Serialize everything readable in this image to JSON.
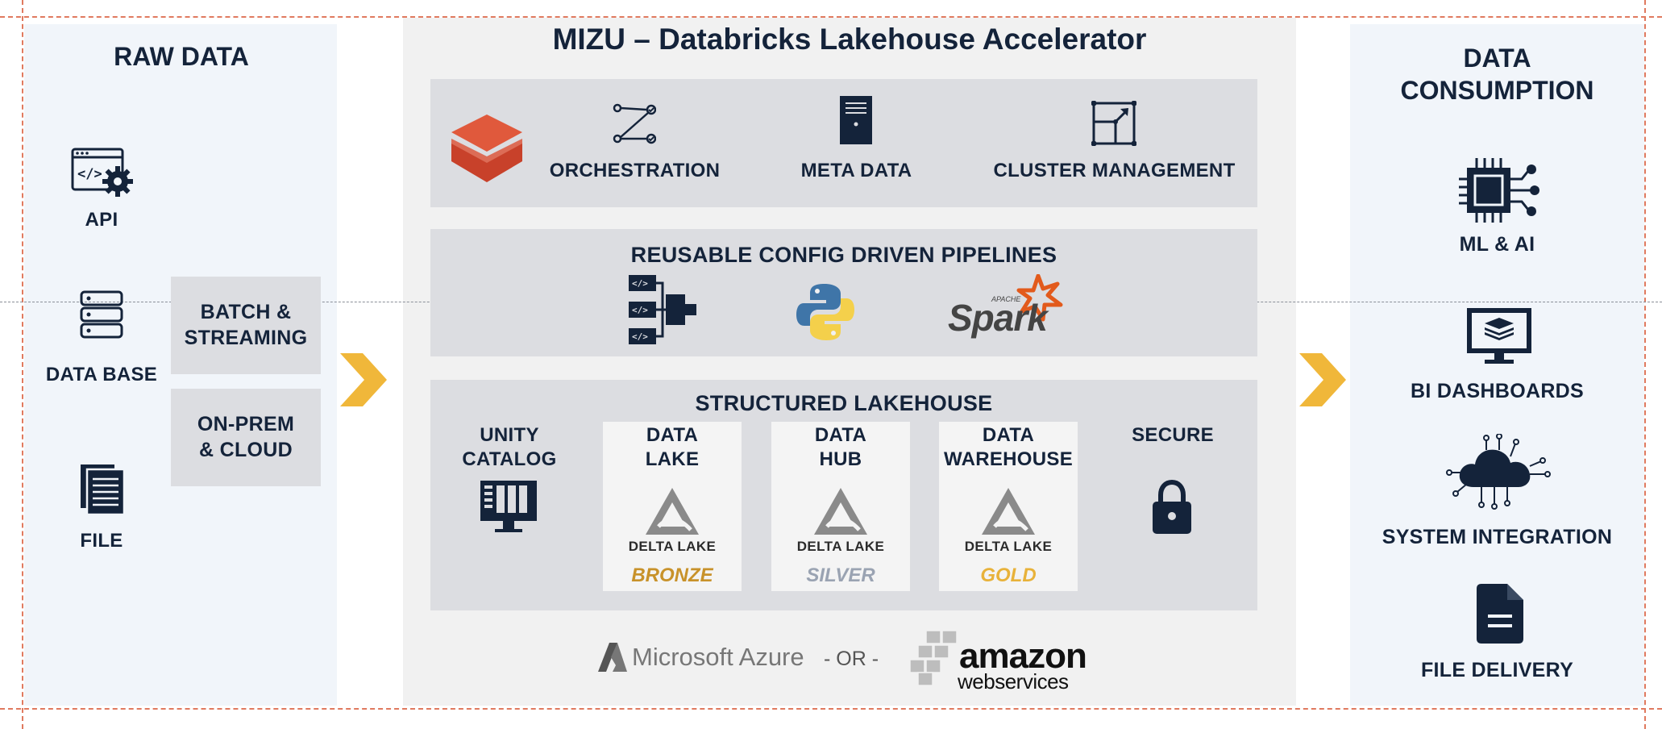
{
  "raw": {
    "title": "RAW DATA",
    "items": [
      "API",
      "DATA BASE",
      "FILE"
    ],
    "boxes": [
      "BATCH &\nSTREAMING",
      "ON-PREM\n& CLOUD"
    ]
  },
  "center": {
    "title": "MIZU – Databricks Lakehouse Accelerator",
    "top_row": [
      "ORCHESTRATION",
      "META DATA",
      "CLUSTER MANAGEMENT"
    ],
    "pipelines": {
      "title": "REUSABLE CONFIG DRIVEN PIPELINES",
      "spark_small": "APACHE",
      "spark": "Spark"
    },
    "lakehouse": {
      "title": "STRUCTURED LAKEHOUSE",
      "unity": "UNITY\nCATALOG",
      "cards": [
        {
          "label": "DATA\nLAKE",
          "delta": "DELTA LAKE",
          "tier": "BRONZE",
          "color": "#c8922a"
        },
        {
          "label": "DATA\nHUB",
          "delta": "DELTA LAKE",
          "tier": "SILVER",
          "color": "#9aa3b2"
        },
        {
          "label": "DATA\nWAREHOUSE",
          "delta": "DELTA LAKE",
          "tier": "GOLD",
          "color": "#e8b23a"
        }
      ],
      "secure": "SECURE"
    },
    "cloud": {
      "azure": "Microsoft Azure",
      "or": "- OR -",
      "amazon": "amazon",
      "webservices": "webservices"
    }
  },
  "consumption": {
    "title": "DATA\nCONSUMPTION",
    "items": [
      "ML & AI",
      "BI DASHBOARDS",
      "SYSTEM INTEGRATION",
      "FILE DELIVERY"
    ]
  },
  "colors": {
    "navy": "#14233a",
    "arrow": "#f0b73a",
    "databricks": "#e0593c",
    "guide": "#e07a5f"
  }
}
